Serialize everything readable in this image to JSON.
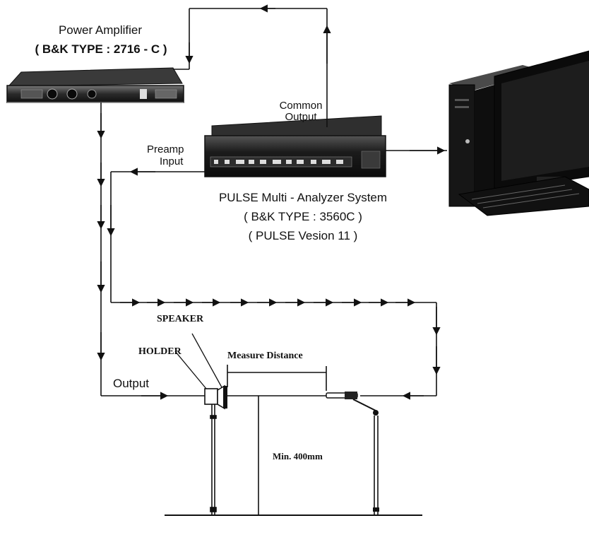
{
  "labels": {
    "power_amp_title": "Power Amplifier",
    "power_amp_type": "( B&K TYPE : 2716 - C )",
    "common_output_line1": "Common",
    "common_output_line2": "Output",
    "preamp_line1": "Preamp",
    "preamp_line2": "Input",
    "pulse_title": "PULSE Multi - Analyzer System",
    "pulse_type": "( B&K TYPE : 3560C )",
    "pulse_version": "( PULSE Vesion 11 )",
    "speaker": "SPEAKER",
    "holder": "HOLDER",
    "measure_distance": "Measure Distance",
    "output": "Output",
    "min_height": "Min. 400mm"
  },
  "colors": {
    "line": "#111111",
    "device_dark": "#1a1a1a",
    "device_mid": "#444444"
  },
  "icons": [
    "power-amplifier-icon",
    "pulse-analyzer-icon",
    "computer-workstation-icon",
    "speaker-icon",
    "microphone-icon"
  ]
}
